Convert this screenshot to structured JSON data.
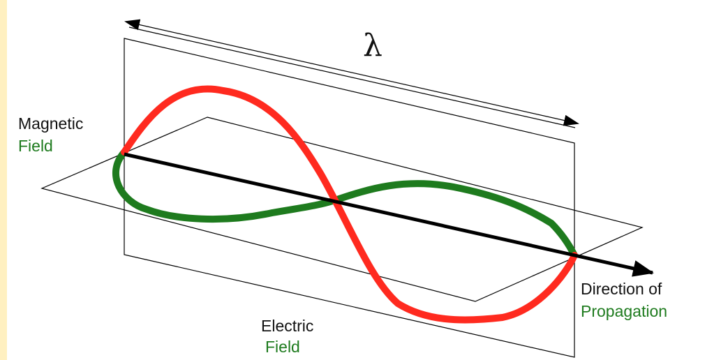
{
  "symbols": {
    "wavelength": "λ"
  },
  "labels": {
    "magnetic_line1": "Magnetic",
    "magnetic_line2": "Field",
    "electric_line1": "Electric",
    "electric_line2": "Field",
    "direction_line1": "Direction of",
    "direction_line2": "Propagation"
  },
  "colors": {
    "page_strip": "#FFF0C0",
    "electric_wave": "#FF2A1F",
    "magnetic_wave": "#1E7B1E",
    "text": "#111111",
    "field_word": "#1E7B1E",
    "axis": "#000000"
  }
}
